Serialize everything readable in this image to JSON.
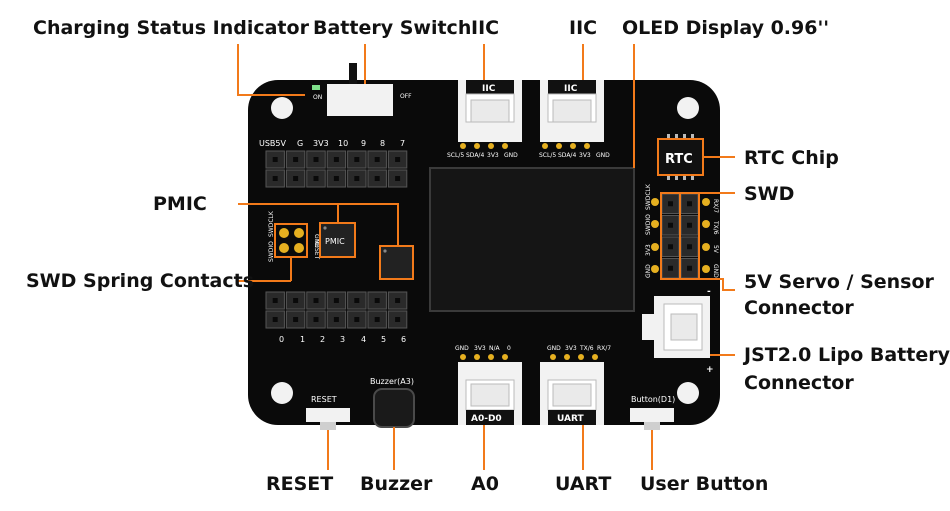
{
  "callouts": {
    "charging": "Charging Status Indicator",
    "battery_switch": "Battery Switch",
    "iic_1": "IIC",
    "iic_2": "IIC",
    "oled": "OLED Display 0.96''",
    "rtc": "RTC Chip",
    "swd": "SWD",
    "pmic": "PMIC",
    "swd_spring": "SWD Spring Contacts",
    "servo_1": "5V Servo / Sensor",
    "servo_2": "Connector",
    "jst_1": "JST2.0 Lipo Battery",
    "jst_2": "Connector",
    "reset": "RESET",
    "buzzer": "Buzzer",
    "a0": "A0",
    "uart": "UART",
    "user_button": "User Button"
  },
  "silkscreen": {
    "on": "ON",
    "off": "OFF",
    "iic_left": "IIC",
    "iic_right": "IIC",
    "iic_pins": [
      "SCL/5",
      "SDA/4",
      "3V3",
      "GND"
    ],
    "top_header": [
      "USB5V",
      "G",
      "3V3",
      "10",
      "9",
      "8",
      "7"
    ],
    "bottom_header": [
      "0",
      "1",
      "2",
      "3",
      "4",
      "5",
      "6"
    ],
    "swd_spring_left": [
      "SWDCLK",
      "SWDIO"
    ],
    "swd_spring_right": [
      "GND",
      "RESET"
    ],
    "pmic_chip": "PMIC",
    "rtc_chip": "RTC",
    "swd_left_labels": [
      "SWDCLK",
      "SWDIO",
      "3V3",
      "GND"
    ],
    "servo_right_labels": [
      "RX/7",
      "TX/6",
      "5V",
      "GND"
    ],
    "a0_pins": [
      "GND",
      "3V3",
      "N/A",
      "0"
    ],
    "uart_pins": [
      "GND",
      "3V3",
      "TX/6",
      "RX/7"
    ],
    "a0_conn": "A0-D0",
    "uart_conn": "UART",
    "reset": "RESET",
    "buzzer": "Buzzer(A3)",
    "button": "Button(D1)",
    "minus": "-",
    "plus": "+"
  },
  "colors": {
    "board": "#0a0a0a",
    "accent": "#f27a1a",
    "gold": "#e6b020",
    "connector": "#f2f2f2"
  }
}
